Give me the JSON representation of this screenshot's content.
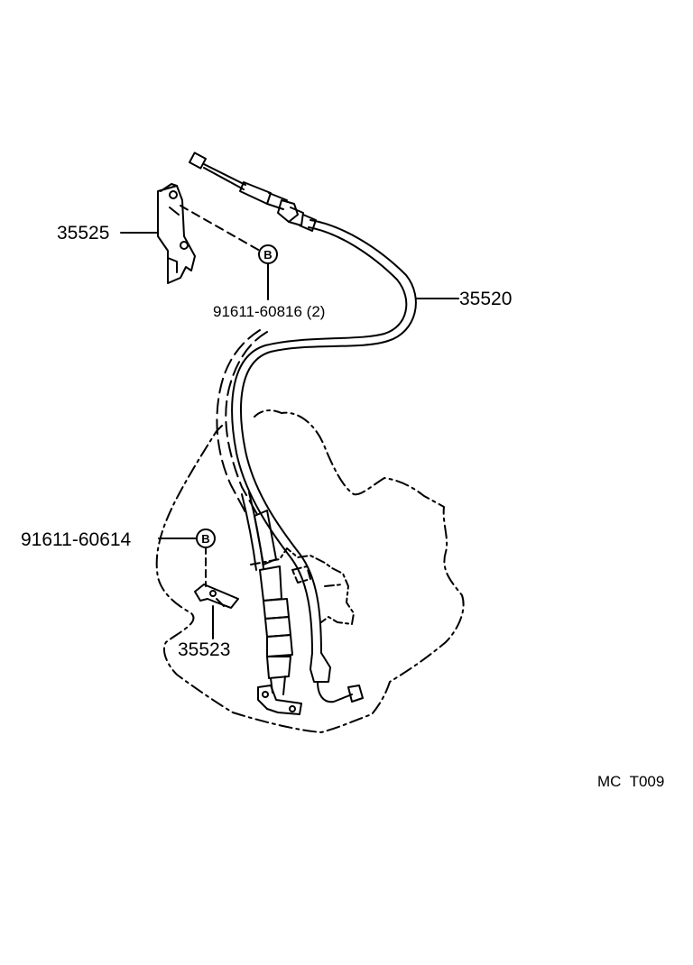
{
  "labels": {
    "bracket": "35525",
    "cable": "35520",
    "bolt_top": "91611-60816 (2)",
    "bolt_lower": "91611-60614",
    "plate": "35523",
    "bolt_code": "B"
  },
  "drawing_ref": "MC  T009",
  "colors": {
    "ink": "#000000",
    "paper": "#ffffff"
  }
}
